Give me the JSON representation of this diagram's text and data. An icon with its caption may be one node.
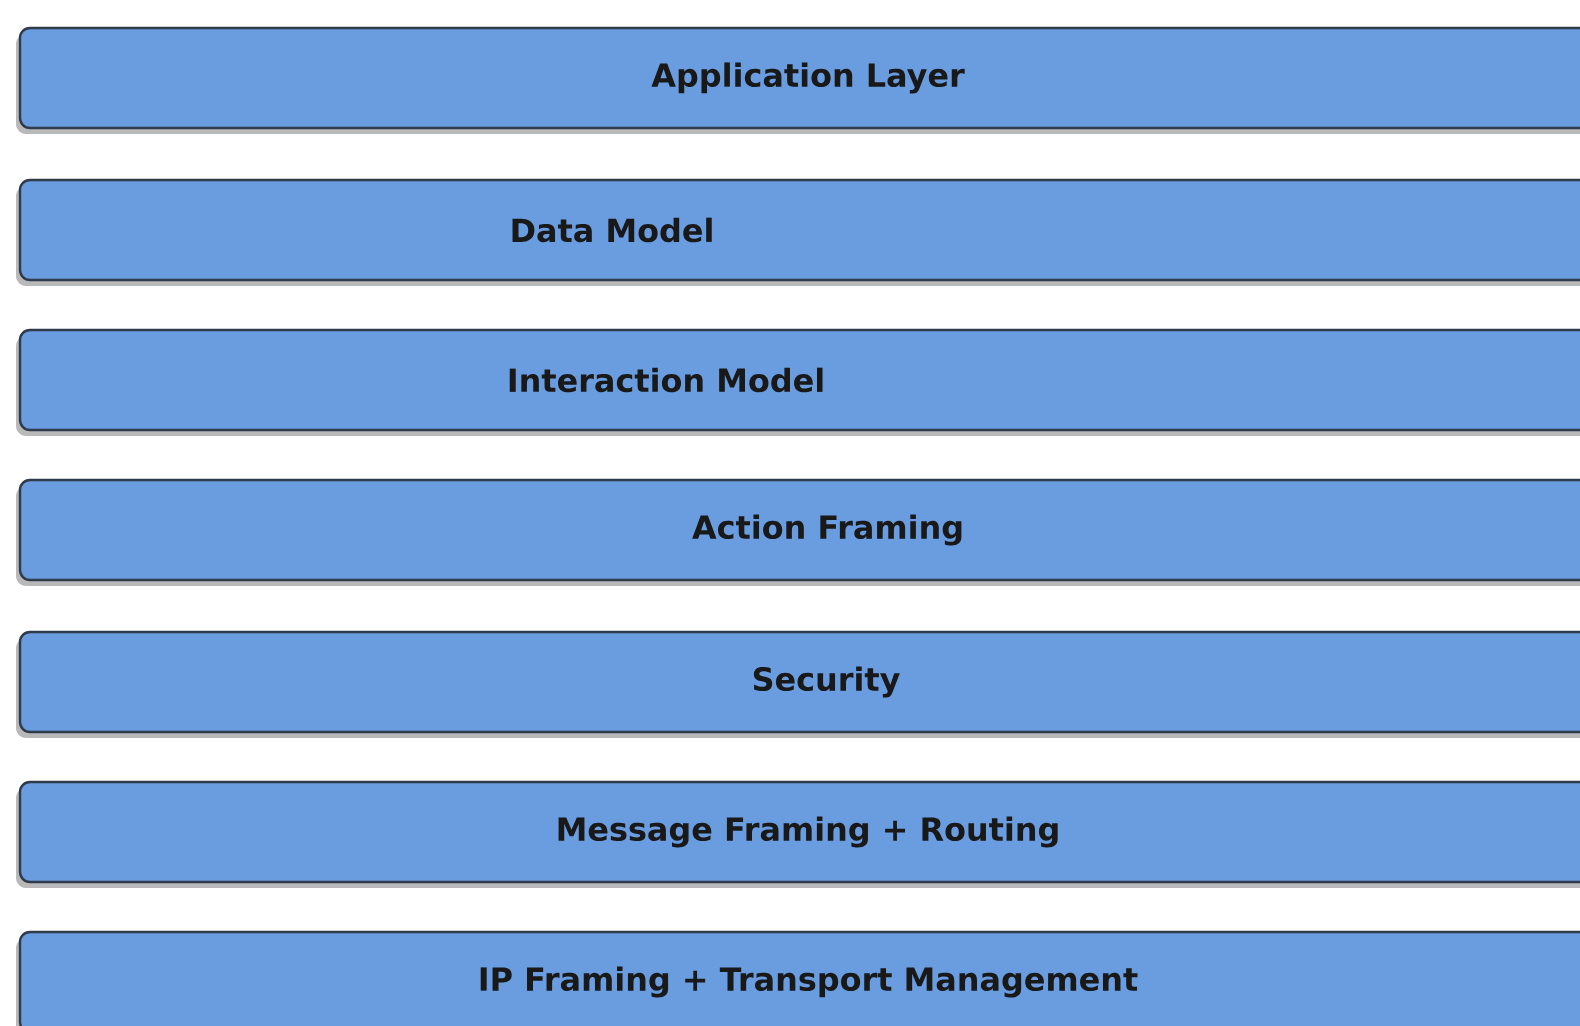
{
  "diagram": {
    "nodes": [
      {
        "text": [
          "Application Layer"
        ]
      },
      {
        "text": [
          "Data Model"
        ]
      },
      {
        "text": [
          "Interaction Model"
        ]
      },
      {
        "text": [
          "Action Framing"
        ]
      },
      {
        "text": [
          "Security"
        ]
      },
      {
        "text": [
          "Message Framing + Routing"
        ]
      },
      {
        "text": [
          "IP Framing + Transport Management"
        ]
      }
    ]
  }
}
